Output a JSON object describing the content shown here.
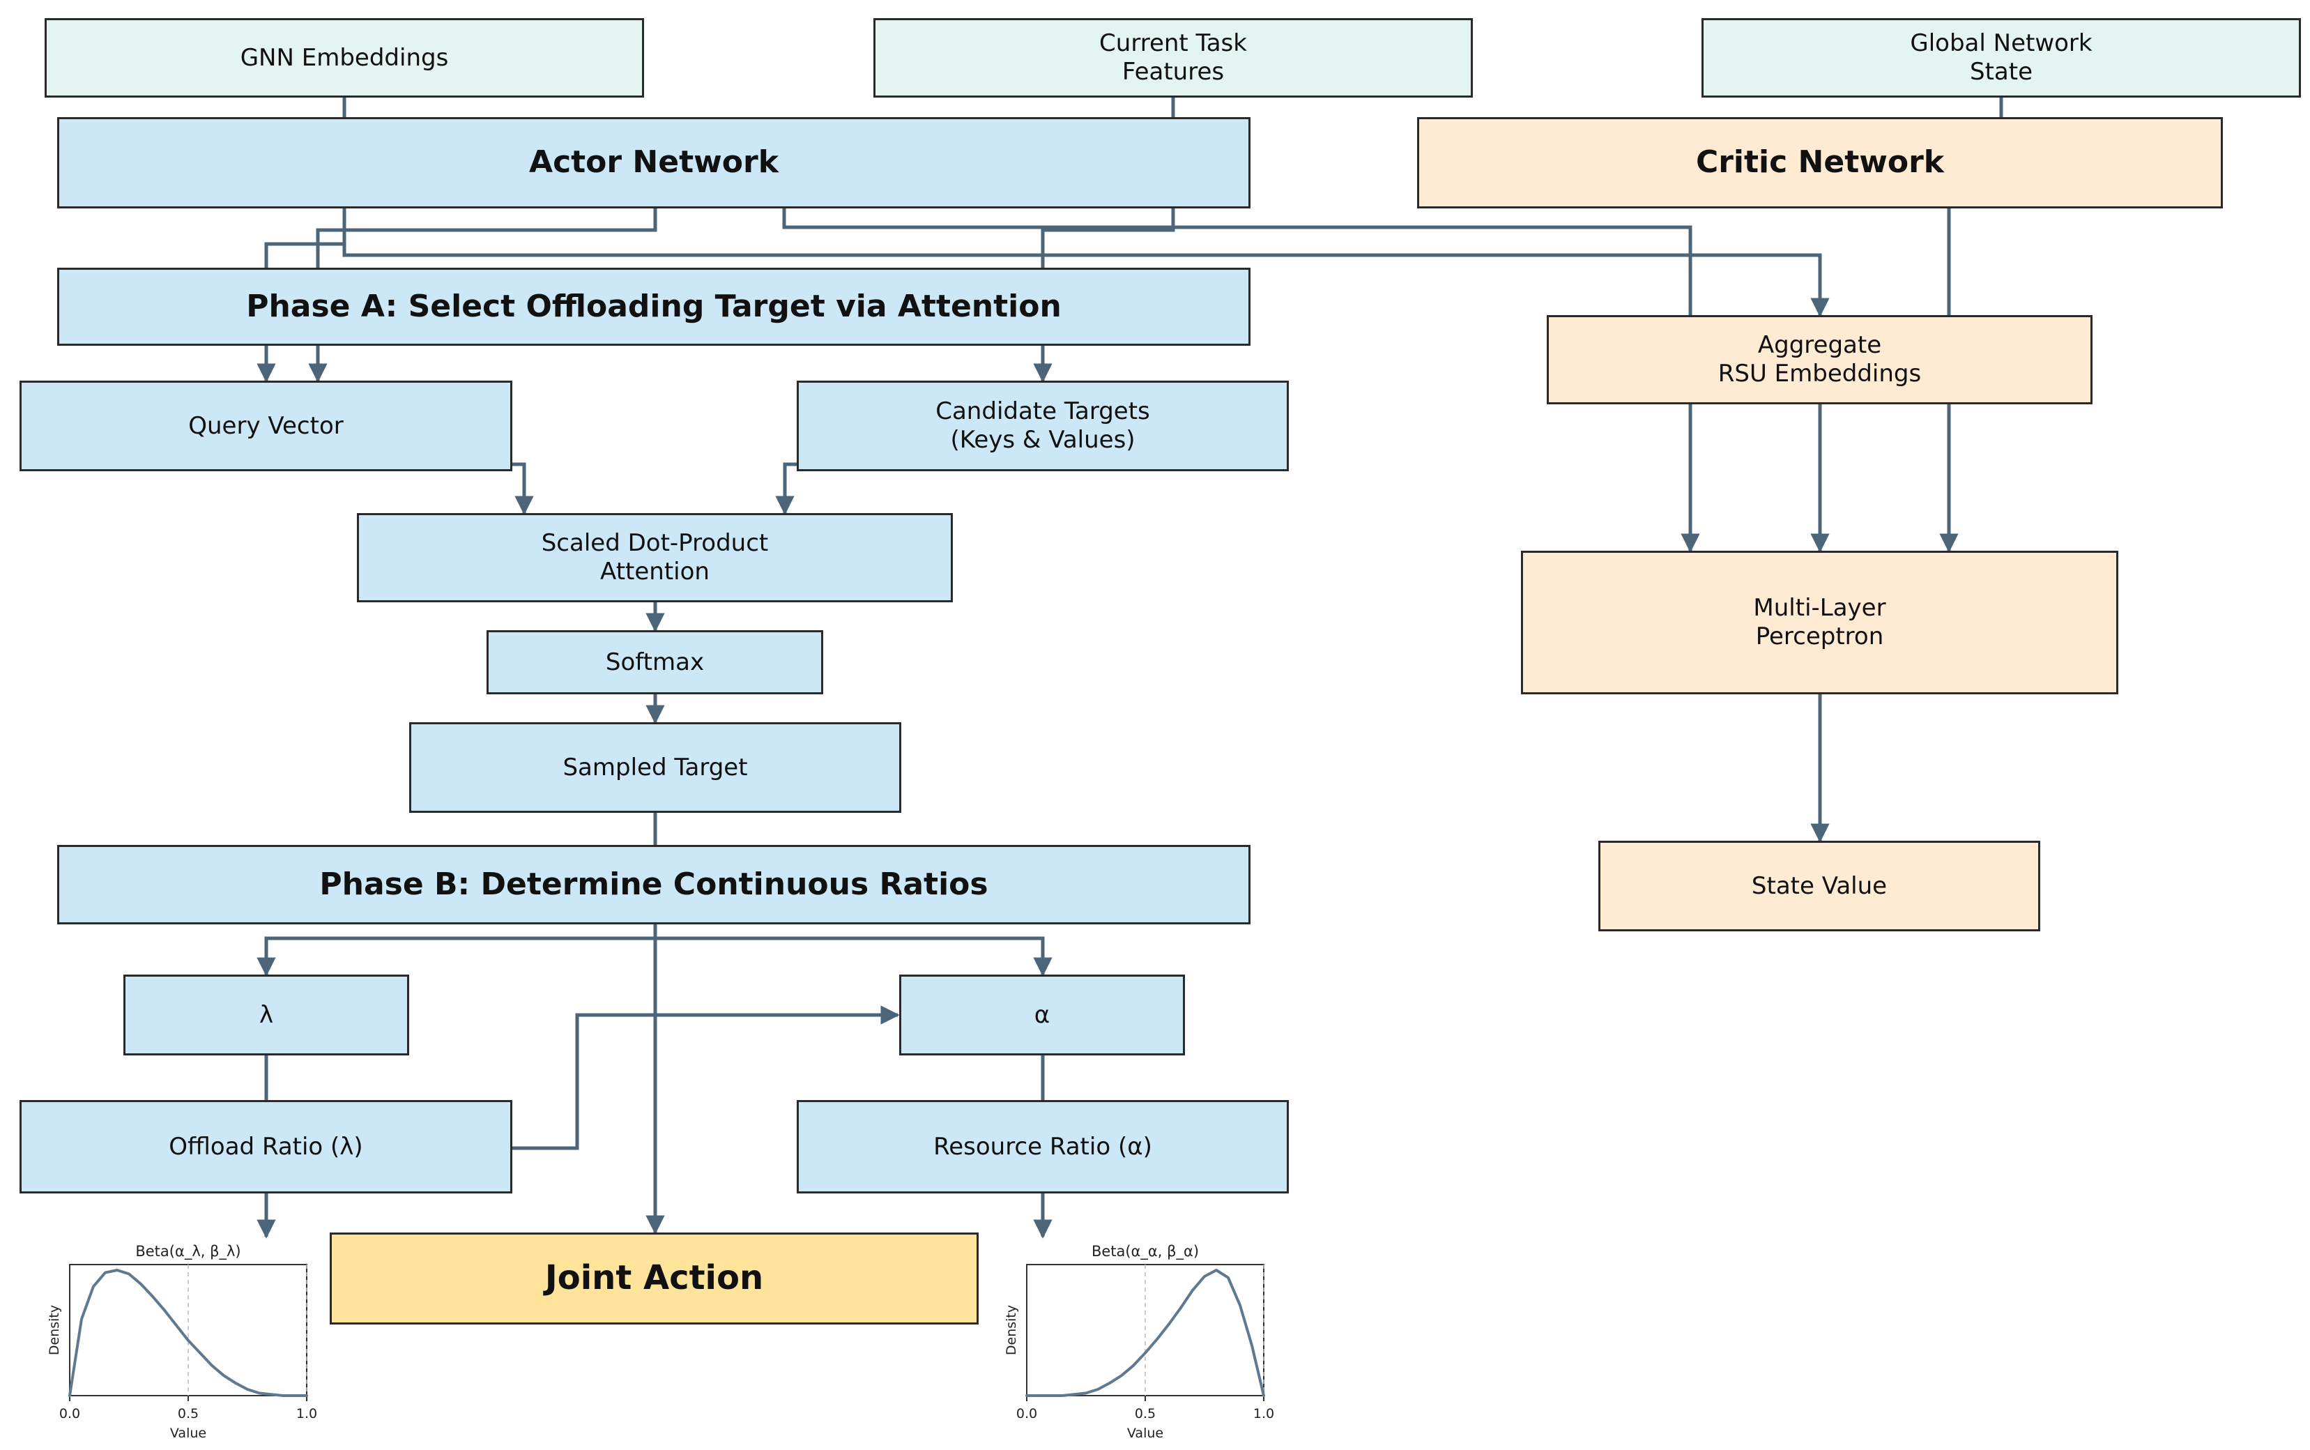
{
  "colors": {
    "input_fill": "#e3f4f1",
    "actor_fill": "#cce8f6",
    "critic_fill": "#ffebd3",
    "joint_fill": "#fde49a",
    "connector": "#4c6579",
    "curve": "#5f7a90"
  },
  "inputs": {
    "gnn": "GNN Embeddings",
    "task": "Current Task\nFeatures",
    "global": "Global Network\nState"
  },
  "actor": {
    "title": "Actor Network",
    "phase_a": "Phase A: Select Offloading Target via Attention",
    "query": "Query Vector",
    "candidates": "Candidate Targets\n(Keys & Values)",
    "attention": "Scaled Dot-Product\nAttention",
    "softmax": "Softmax",
    "sampled": "Sampled Target",
    "phase_b": "Phase B: Determine Continuous Ratios",
    "lambda": "λ",
    "alpha": "α",
    "offload": "Offload Ratio (λ)",
    "resource": "Resource Ratio (α)",
    "joint": "Joint Action"
  },
  "critic": {
    "title": "Critic Network",
    "aggregate": "Aggregate\nRSU Embeddings",
    "mlp": "Multi-Layer\nPerceptron",
    "value": "State Value"
  },
  "chart_data": [
    {
      "type": "line",
      "title": "Beta(α_λ, β_λ)",
      "xlabel": "Value",
      "ylabel": "Density",
      "xlim": [
        0,
        1
      ],
      "xticks": [
        "0.0",
        "0.5",
        "1.0"
      ],
      "grid": "vertical dashed at 0.5 and 1.0",
      "x": [
        0.0,
        0.05,
        0.1,
        0.15,
        0.2,
        0.25,
        0.3,
        0.35,
        0.4,
        0.45,
        0.5,
        0.55,
        0.6,
        0.65,
        0.7,
        0.75,
        0.8,
        0.85,
        0.9,
        0.95,
        1.0
      ],
      "values": [
        0.0,
        0.61,
        0.87,
        0.98,
        1.0,
        0.97,
        0.89,
        0.79,
        0.68,
        0.56,
        0.44,
        0.34,
        0.24,
        0.16,
        0.1,
        0.05,
        0.02,
        0.01,
        0.0,
        0.0,
        0.0
      ]
    },
    {
      "type": "line",
      "title": "Beta(α_α, β_α)",
      "xlabel": "Value",
      "ylabel": "Density",
      "xlim": [
        0,
        1
      ],
      "xticks": [
        "0.0",
        "0.5",
        "1.0"
      ],
      "grid": "vertical dashed at 0.5 and 1.0",
      "x": [
        0.0,
        0.05,
        0.1,
        0.15,
        0.2,
        0.25,
        0.3,
        0.35,
        0.4,
        0.45,
        0.5,
        0.55,
        0.6,
        0.65,
        0.7,
        0.75,
        0.8,
        0.85,
        0.9,
        0.95,
        1.0
      ],
      "values": [
        0.0,
        0.0,
        0.0,
        0.0,
        0.01,
        0.02,
        0.05,
        0.1,
        0.16,
        0.24,
        0.34,
        0.45,
        0.57,
        0.7,
        0.84,
        0.95,
        1.0,
        0.94,
        0.72,
        0.4,
        0.0
      ]
    }
  ]
}
